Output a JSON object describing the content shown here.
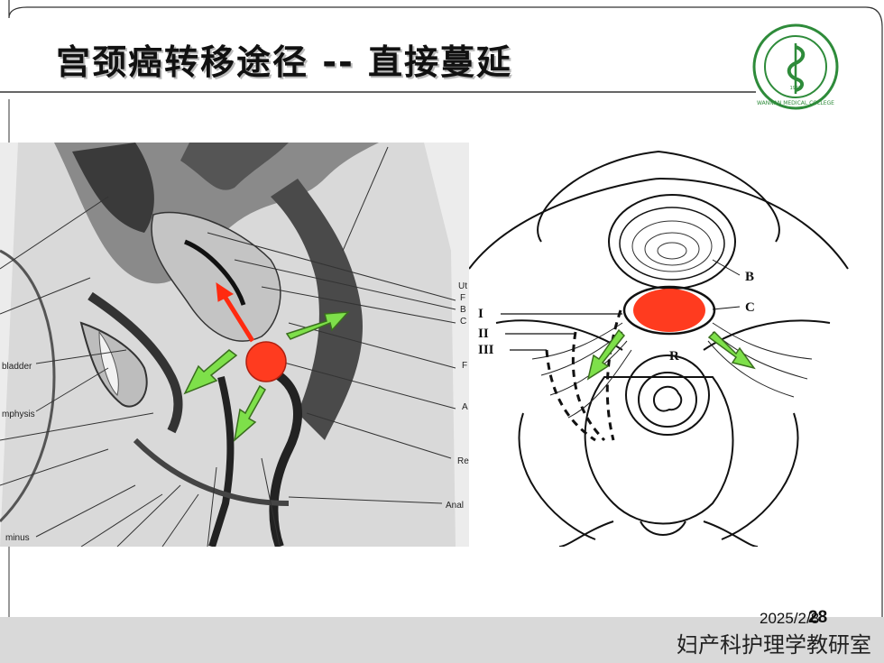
{
  "slide": {
    "title": "宫颈癌转移途径  --  直接蔓延",
    "date": "2025/2/8",
    "page_number": "28",
    "department": "妇产科护理学教研室"
  },
  "logo": {
    "text": "WANNAN MEDICAL COLLEGE",
    "year": "1958",
    "color": "#2e8b3a"
  },
  "left_figure": {
    "labels": {
      "bladder": "bladder",
      "symphysis": "mphysis",
      "minus": "minus",
      "anal": "Anal",
      "re": "Re",
      "ut": "Ut",
      "f": "F",
      "b": "B",
      "c": "C",
      "a": "A"
    },
    "colors": {
      "tumor": "#ff3b1f",
      "arrow": "#7ee04a",
      "arrow_red": "#ff2a10"
    }
  },
  "right_figure": {
    "labels": {
      "b": "B",
      "c": "C",
      "r": "R",
      "i": "I",
      "ii": "II",
      "iii": "III"
    }
  }
}
